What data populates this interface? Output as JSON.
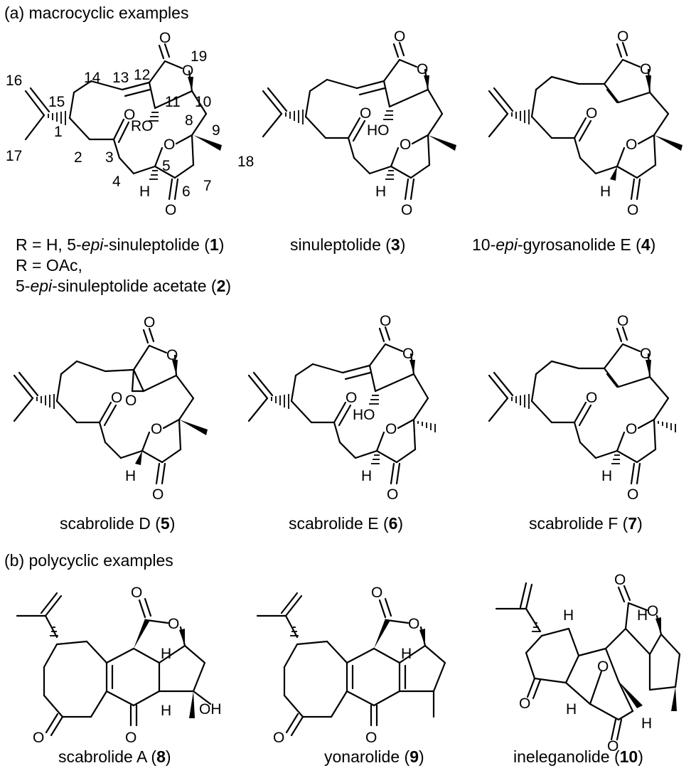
{
  "section_a": "(a) macrocyclic examples",
  "section_b": "(b) polycyclic examples",
  "atoms": {
    "O": "O",
    "H": "H",
    "HO": "HO",
    "OH": "OH",
    "RO": "RO"
  },
  "numbering": [
    "16",
    "15",
    "1",
    "17",
    "2",
    "3",
    "4",
    "5",
    "6",
    "7",
    "8",
    "9",
    "10",
    "11",
    "12",
    "13",
    "14",
    "18",
    "19"
  ],
  "compound1": {
    "line1_pre": "R = H, 5-",
    "line1_ital": "epi",
    "line1_post": "-sinuleptolide (",
    "line1_num": "1",
    "line1_close": ")"
  },
  "compound2": {
    "line1": "R = OAc,",
    "line2_pre": "5-",
    "line2_ital": "epi",
    "line2_post": "-sinuleptolide acetate (",
    "line2_num": "2",
    "line2_close": ")"
  },
  "compound3": {
    "name": "sinuleptolide (",
    "num": "3",
    "close": ")"
  },
  "compound4": {
    "pre": "10-",
    "ital": "epi",
    "post": "-gyrosanolide E (",
    "num": "4",
    "close": ")"
  },
  "compound5": {
    "name": "scabrolide D (",
    "num": "5",
    "close": ")"
  },
  "compound6": {
    "name": "scabrolide E (",
    "num": "6",
    "close": ")"
  },
  "compound7": {
    "name": "scabrolide F (",
    "num": "7",
    "close": ")"
  },
  "compound8": {
    "name": "scabrolide A (",
    "num": "8",
    "close": ")"
  },
  "compound9": {
    "name": "yonarolide (",
    "num": "9",
    "close": ")"
  },
  "compound10": {
    "name": "ineleganolide (",
    "num": "10",
    "close": ")"
  }
}
